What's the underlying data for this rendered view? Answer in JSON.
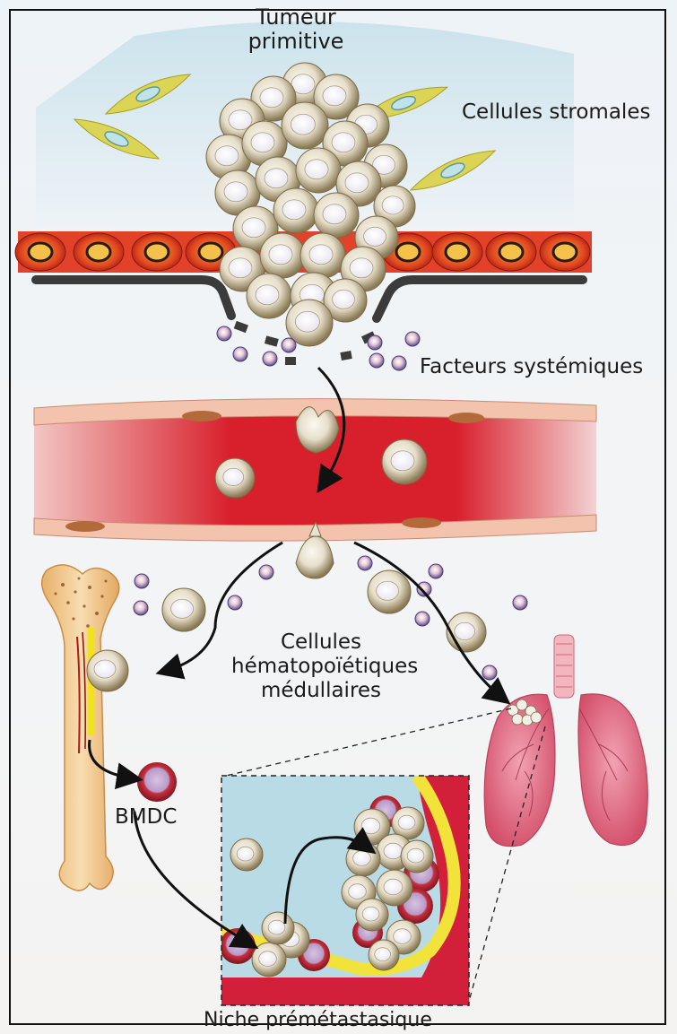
{
  "labels": {
    "primary_tumor": "Tumeur\nprimitive",
    "stromal_cells": "Cellules stromales",
    "systemic_factors": "Facteurs systémiques",
    "bone_marrow_cells": "Cellules\nhématopoïétiques\nmédullaires",
    "bmdc": "BMDC",
    "premetastatic_niche": "Niche prémétastasique"
  },
  "colors": {
    "tumor_cell": "#e9e2cf",
    "stromal_cell": "#dcd454",
    "blood": "#d8202e",
    "vessel_wall": "#f6c9b0",
    "epithelial_cell": "#d9321c",
    "basement_membrane": "#3b3b3b",
    "factor": "#6a5a9a",
    "lung": "#d85a70",
    "bone": "#f2c98a",
    "bmdc": "#c8303d",
    "niche_background": "#b9dbe6"
  }
}
